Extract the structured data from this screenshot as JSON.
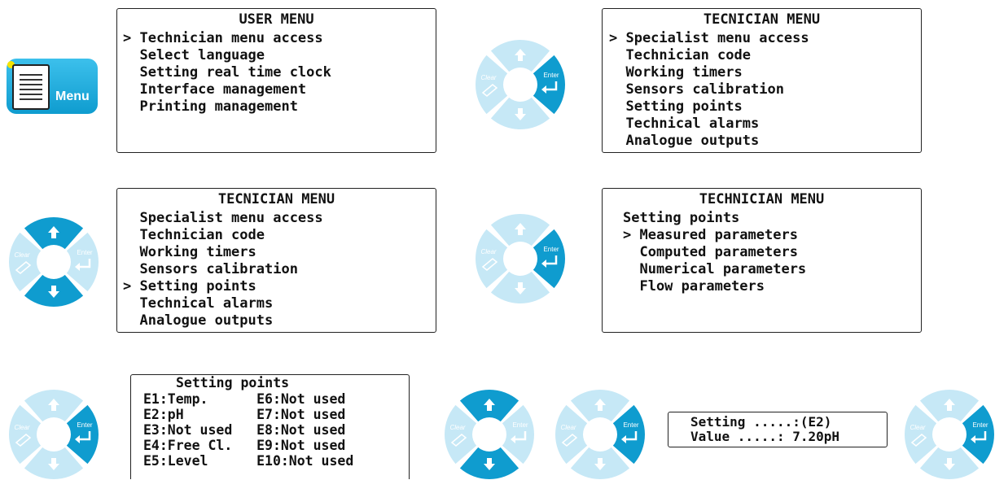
{
  "menu_button": {
    "label": "Menu",
    "icon": "document-icon"
  },
  "pad_labels": {
    "clear": "Clear",
    "enter": "Enter"
  },
  "colors": {
    "active": "#0f9ccf",
    "inactive": "#c6e8f6",
    "ring": "#ffffff"
  },
  "pads": [
    {
      "active": [
        "enter"
      ]
    },
    {
      "active": [
        "up",
        "down"
      ]
    },
    {
      "active": [
        "enter"
      ]
    },
    {
      "active": [
        "enter"
      ]
    },
    {
      "active": [
        "up",
        "down"
      ]
    },
    {
      "active": [
        "enter"
      ]
    },
    {
      "active": [
        "enter"
      ]
    }
  ],
  "user_menu": {
    "title": "USER MENU",
    "lines": [
      "> Technician menu access",
      "  Select language",
      "  Setting real time clock",
      "  Interface management",
      "  Printing management"
    ]
  },
  "tech_menu_1": {
    "title": "TECNICIAN MENU",
    "lines": [
      "> Specialist menu access",
      "  Technician code",
      "  Working timers",
      "  Sensors calibration",
      "  Setting points",
      "  Technical alarms",
      "  Analogue outputs"
    ]
  },
  "tech_menu_2": {
    "title": "TECNICIAN MENU",
    "lines": [
      "  Specialist menu access",
      "  Technician code",
      "  Working timers",
      "  Sensors calibration",
      "> Setting points",
      "  Technical alarms",
      "  Analogue outputs"
    ]
  },
  "setting_points_menu": {
    "title": "TECHNICIAN MENU",
    "lines": [
      "Setting points",
      "> Measured parameters",
      "  Computed parameters",
      "  Numerical parameters",
      "  Flow parameters"
    ]
  },
  "setting_points_list": {
    "title": "Setting points",
    "lines": [
      "E1:Temp.      E6:Not used",
      "E2:pH         E7:Not used",
      "E3:Not used   E8:Not used",
      "E4:Free Cl.   E9:Not used",
      "E5:Level      E10:Not used"
    ]
  },
  "value_screen": {
    "lines": [
      "Setting .....:(E2)",
      "Value .....: 7.20pH"
    ]
  }
}
